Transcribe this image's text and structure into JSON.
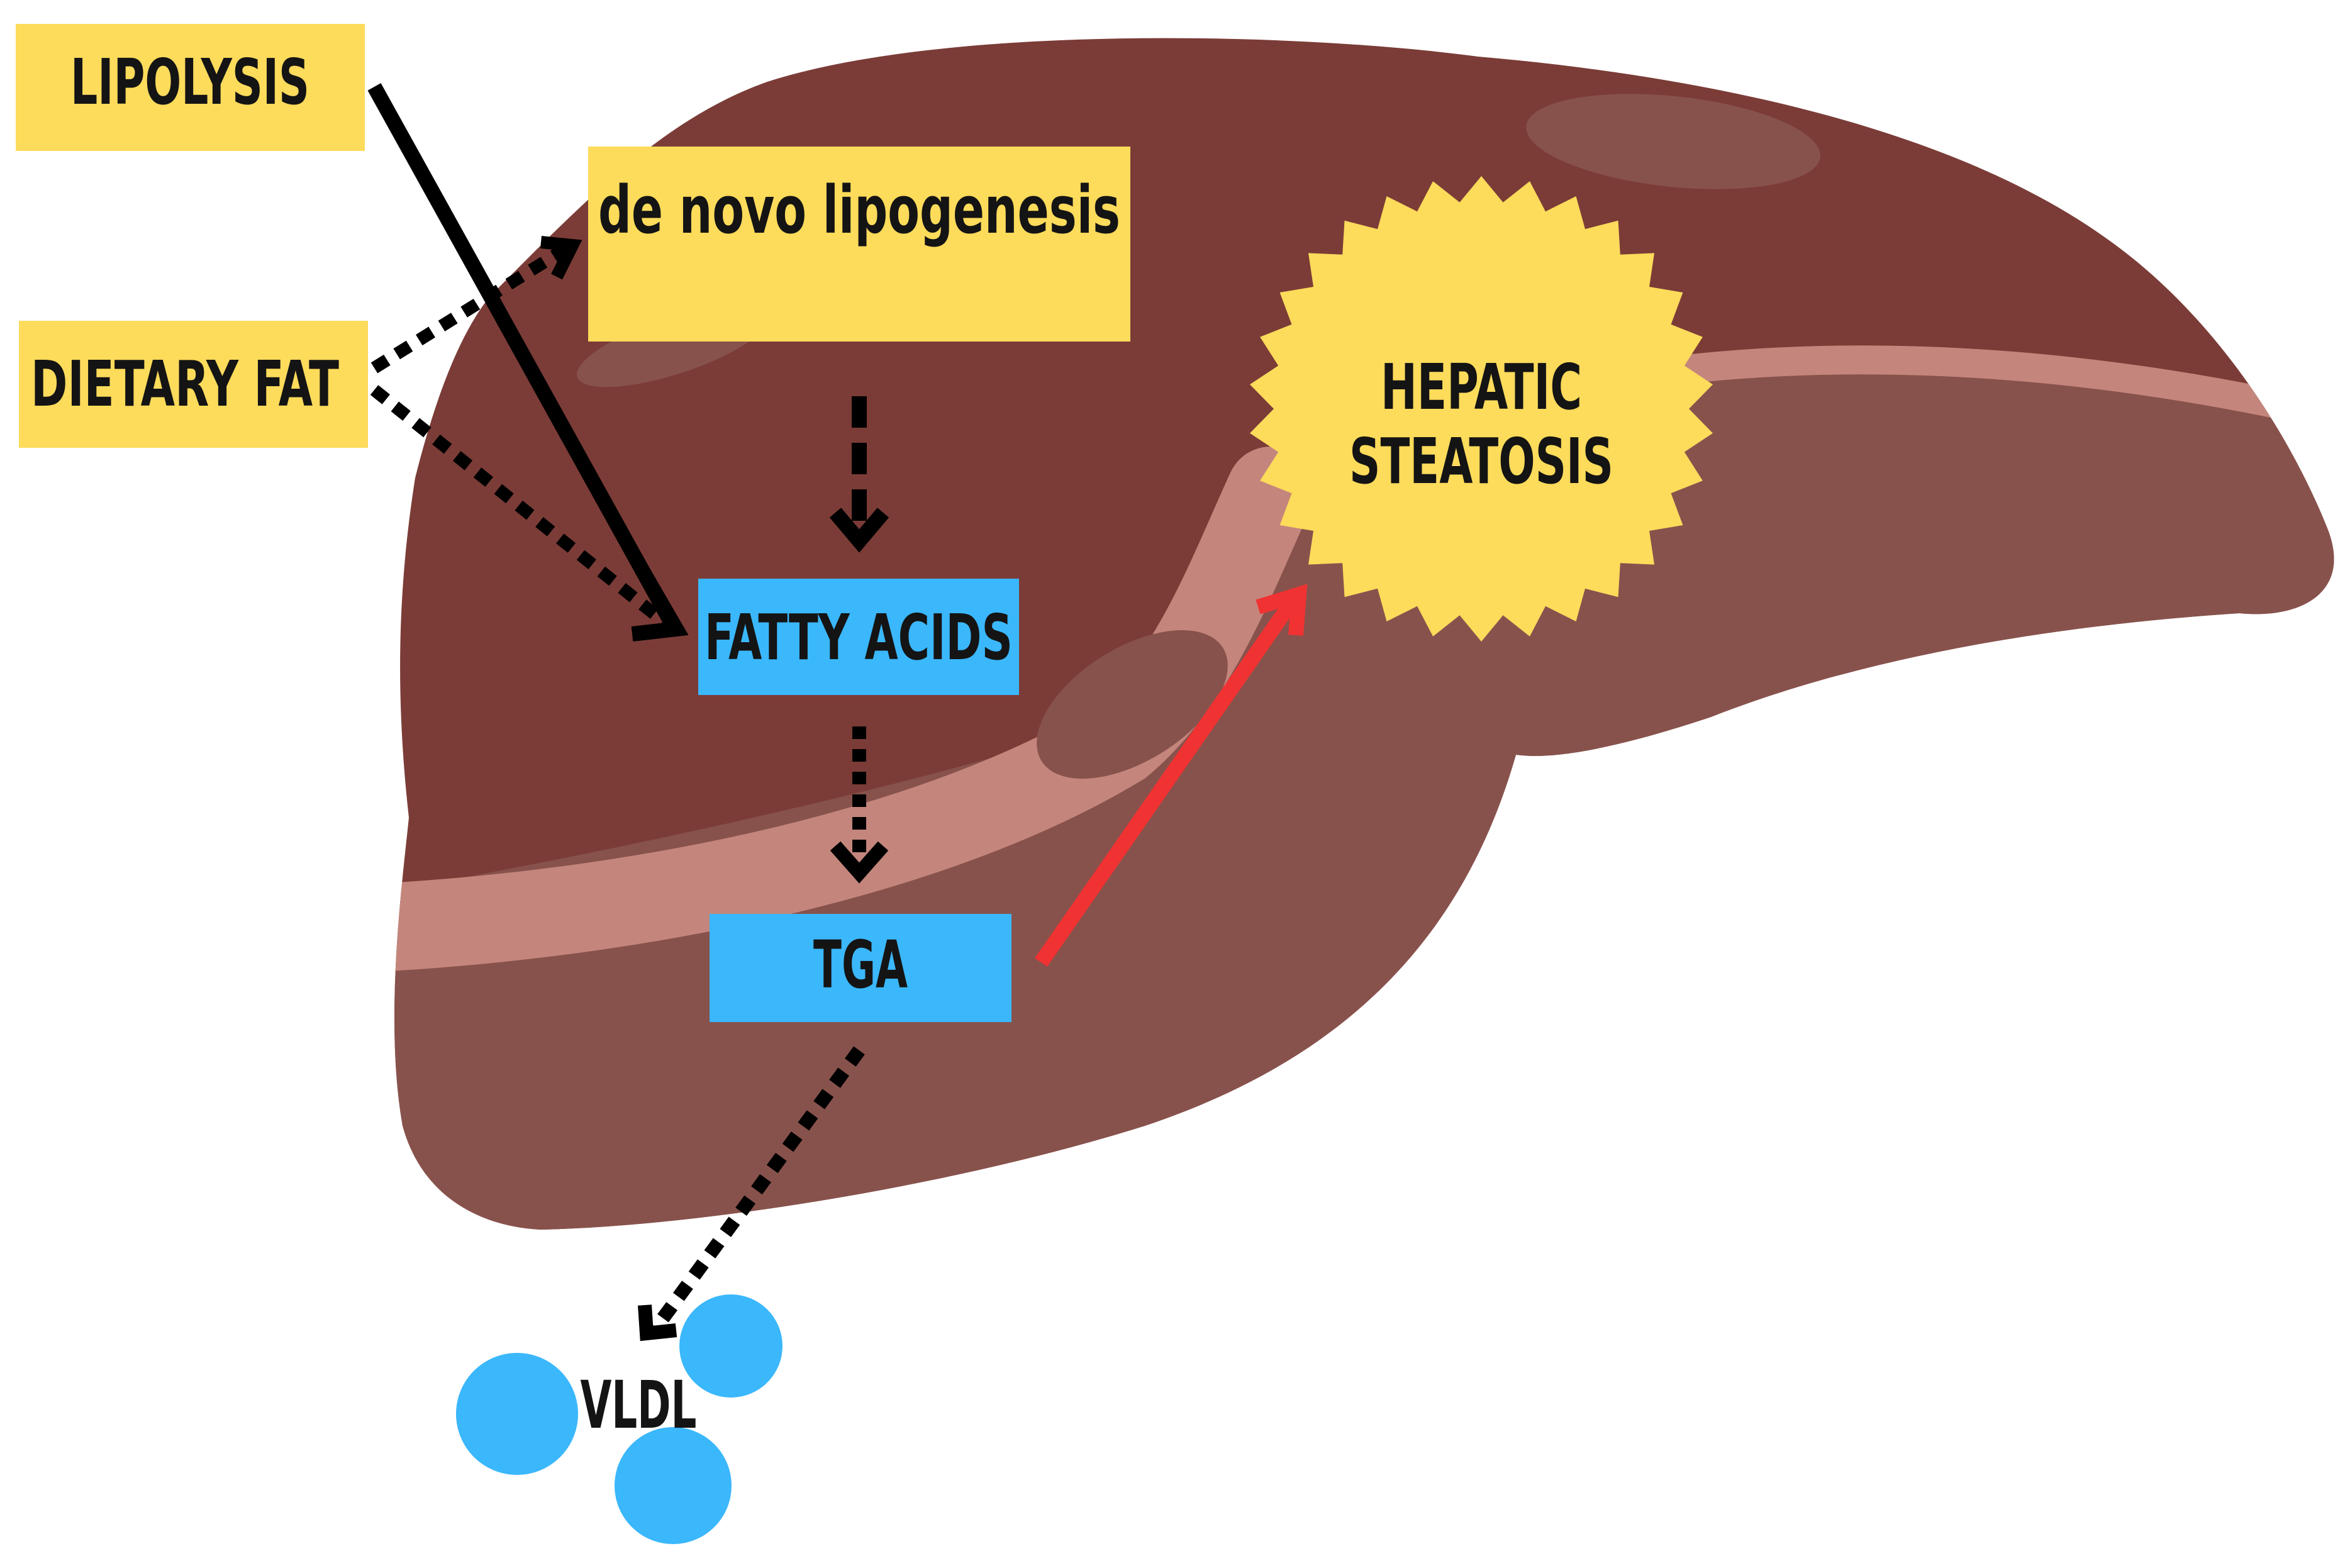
{
  "diagram": {
    "boxes": {
      "lipolysis": "LIPOLYSIS",
      "dietary_fat": "DIETARY FAT",
      "de_novo": "de novo lipogenesis",
      "fatty_acids": "FATTY ACIDS",
      "tga": "TGA"
    },
    "steatosis": {
      "line1": "HEPATIC",
      "line2": "STEATOSIS"
    },
    "vldl": "VLDL"
  },
  "colors": {
    "liver_dark": "#7b3c37",
    "liver_light": "#88524c",
    "liver_band": "#c4867c",
    "yellow": "#fddb5b",
    "blue": "#3bb7fc",
    "red_arrow": "#f03232",
    "text": "#141414"
  }
}
